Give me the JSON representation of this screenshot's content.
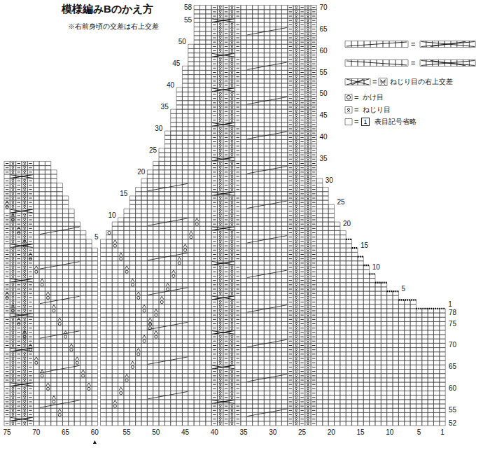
{
  "diagram": {
    "title": "模様編みBのかえ方",
    "nodes": [
      {
        "text": [
          "1"
        ]
      }
    ],
    "labels": [
      "※右前身頃の交差は右上交差",
      "=",
      "=",
      "=",
      "=",
      "=",
      "=",
      "75",
      "70",
      "65",
      "60",
      "55",
      "50",
      "45",
      "40",
      "35",
      "30",
      "25",
      "20",
      "15",
      "10",
      "5",
      "1",
      "70",
      "65",
      "60",
      "55",
      "50",
      "45",
      "40",
      "35",
      "30",
      "25",
      "20",
      "15",
      "10",
      "5",
      "1",
      "78",
      "75",
      "70",
      "65",
      "60",
      "55",
      "52",
      "58",
      "55",
      "50",
      "45",
      "40",
      "35",
      "30",
      "25",
      "20",
      "15",
      "10",
      "5"
    ],
    "legend": [
      {
        "text": "ねじり目の右上交差"
      },
      {
        "text": "かけ目"
      },
      {
        "text": "ねじり目"
      },
      {
        "text": "表目記号省略"
      }
    ]
  }
}
